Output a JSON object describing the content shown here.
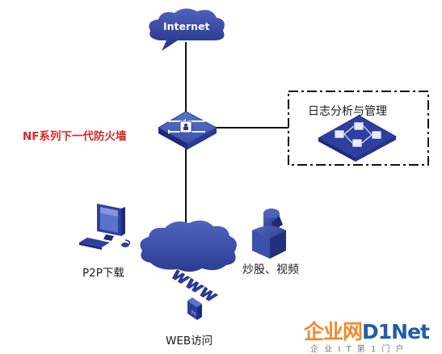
{
  "cloud": {
    "label": "Internet"
  },
  "firewall": {
    "label": "NF系列下一代防火墙"
  },
  "log_box": {
    "label": "日志分析与管理"
  },
  "p2p": {
    "label": "P2P下载"
  },
  "stock": {
    "label": "炒股、视频"
  },
  "web": {
    "label": "WEB访问",
    "icon_text": "www"
  },
  "watermark": {
    "prefix": "企业网",
    "brand": "D1Net",
    "sub": "企 业 I T 第 1 门 户"
  },
  "colors": {
    "device_blue": "#2f3f9f",
    "device_dark": "#1e2a78",
    "cloud_blue": "#3a4ea8",
    "firewall_label": "#d42a2a",
    "watermark_orange": "#ef8a2c",
    "watermark_blue": "#1f5ea8"
  }
}
